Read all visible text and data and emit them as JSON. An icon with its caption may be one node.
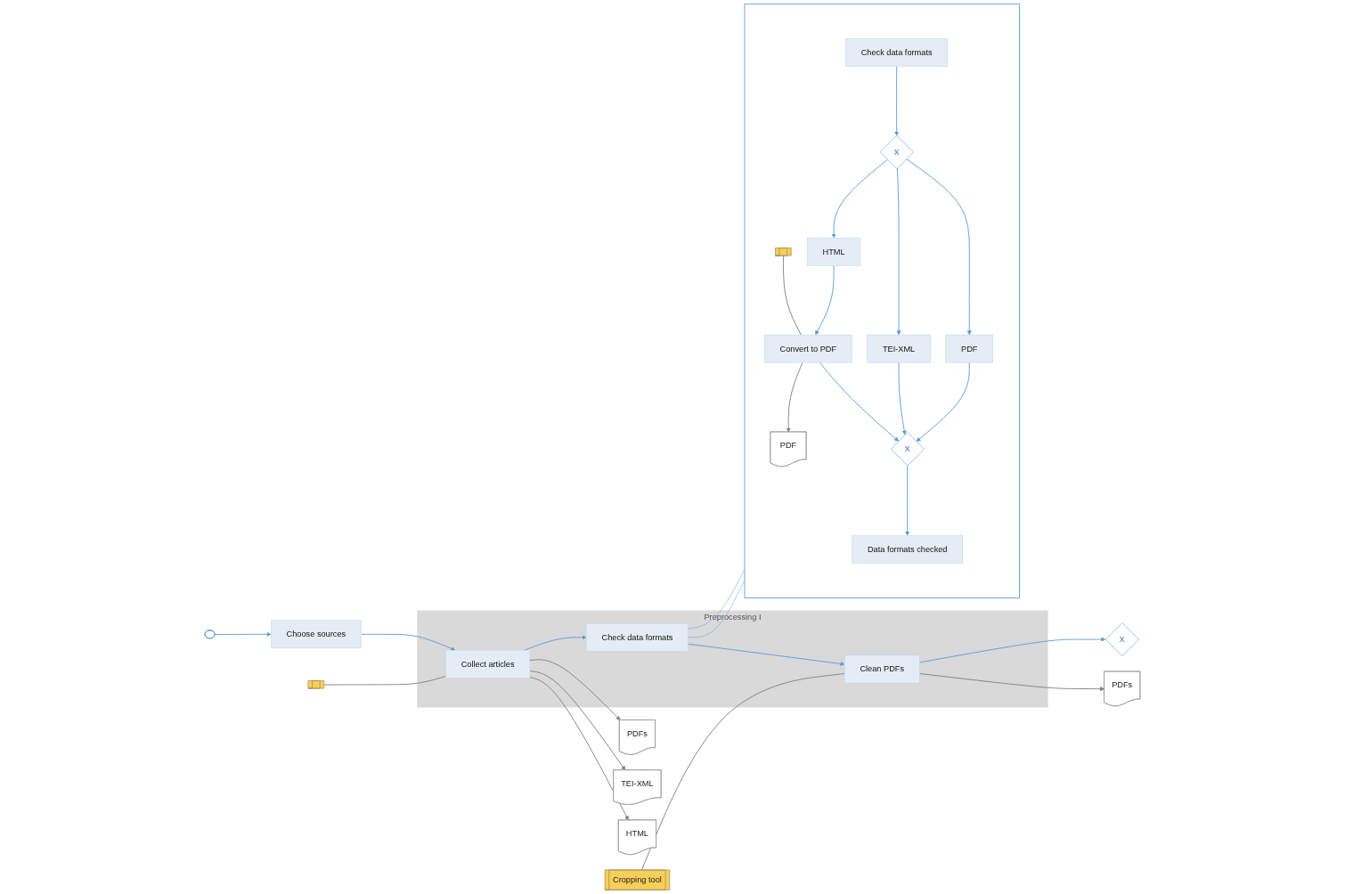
{
  "diagram": {
    "nodes": [
      {
        "text": [],
        "shape": "box"
      },
      {
        "text": [
          "Choose sources"
        ]
      },
      {
        "text": [
          "Preprocessing I"
        ]
      },
      {
        "text": [
          "Collect articles"
        ],
        "in": 2
      },
      {
        "text": [
          "Check data formats"
        ],
        "in": 2
      },
      {
        "text": [
          "Clean PDFs"
        ],
        "in": 2
      },
      {
        "text": [],
        "shape": "box"
      },
      {
        "text": [
          "PDFs"
        ]
      },
      {
        "text": [
          "TEI-XML"
        ]
      },
      {
        "text": [
          "HTML"
        ]
      },
      {
        "text": [
          "Cropping tool"
        ]
      },
      {
        "text": [
          "PDFs"
        ]
      },
      {
        "text": [
          "X"
        ]
      },
      {
        "text": [],
        "shape": "box"
      },
      {
        "text": [
          "Check data formats"
        ],
        "in": 13
      },
      {
        "text": [
          "X"
        ],
        "in": 13
      },
      {
        "text": [
          "PDF"
        ],
        "in": 13
      },
      {
        "text": [
          "TEI-XML"
        ],
        "in": 13
      },
      {
        "text": [
          "HTML"
        ],
        "in": 13
      },
      {
        "text": [],
        "shape": "box",
        "in": 13
      },
      {
        "text": [
          "Convert to PDF"
        ],
        "in": 13
      },
      {
        "text": [
          "PDF"
        ],
        "in": 13
      },
      {
        "text": [
          "X"
        ],
        "in": 13
      },
      {
        "text": [
          "Data formats checked"
        ],
        "in": 13
      }
    ],
    "edges": [
      {
        "from": 0,
        "to": 1,
        "arrow": "to"
      },
      {
        "from": 1,
        "to": 3,
        "arrow": "to"
      },
      {
        "from": 3,
        "to": 4,
        "arrow": "to"
      },
      {
        "from": 4,
        "to": 5,
        "arrow": "to"
      },
      {
        "from": 5,
        "to": 12,
        "arrow": "to"
      },
      {
        "from": 6,
        "to": 3,
        "arrow": "none",
        "color": "#808080"
      },
      {
        "from": 3,
        "to": 7,
        "arrow": "to",
        "color": "#808080"
      },
      {
        "from": 3,
        "to": 8,
        "arrow": "to",
        "color": "#808080"
      },
      {
        "from": 3,
        "to": 9,
        "arrow": "to",
        "color": "#808080"
      },
      {
        "from": 10,
        "to": 5,
        "arrow": "none",
        "color": "#808080"
      },
      {
        "from": 5,
        "to": 11,
        "arrow": "to",
        "color": "#808080"
      },
      {
        "from": 4,
        "to": 13,
        "arrow": "none",
        "style": "dashed"
      },
      {
        "from": 4,
        "to": 13,
        "arrow": "none",
        "style": "dashed"
      },
      {
        "from": 14,
        "to": 15,
        "arrow": "to"
      },
      {
        "from": 15,
        "to": 16,
        "arrow": "to"
      },
      {
        "from": 15,
        "to": 17,
        "arrow": "to"
      },
      {
        "from": 15,
        "to": 18,
        "arrow": "to"
      },
      {
        "from": 18,
        "to": 20,
        "arrow": "to"
      },
      {
        "from": 19,
        "to": 20,
        "arrow": "none",
        "color": "#808080"
      },
      {
        "from": 20,
        "to": 21,
        "arrow": "to",
        "color": "#808080"
      },
      {
        "from": 16,
        "to": 22,
        "arrow": "to"
      },
      {
        "from": 17,
        "to": 22,
        "arrow": "to"
      },
      {
        "from": 20,
        "to": 22,
        "arrow": "to"
      },
      {
        "from": 22,
        "to": 23,
        "arrow": "to"
      }
    ]
  }
}
